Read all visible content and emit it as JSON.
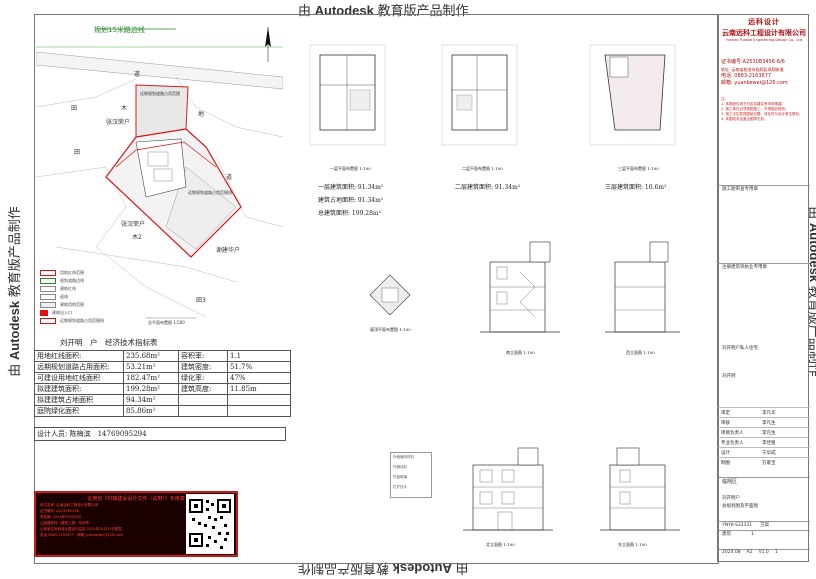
{
  "watermark": {
    "prefix": "由",
    "brand": "Autodesk",
    "suffix": "教育版产品制作"
  },
  "map": {
    "road_label": "规划15米路边线",
    "labels": {
      "dao": "道",
      "tian_a": "田",
      "tian_b": "田",
      "mu": "木",
      "di": "地",
      "zhang_hanrong": "张汉荣户",
      "zhang_yuanrong": "张汉荣户",
      "mu2": "木2",
      "ting_lu": "道",
      "xia_jianhua": "谢建华户",
      "tian3": "田3",
      "road_range": "远期规划道路占用范围",
      "land_range": "远期规划道路占用范围线"
    },
    "scale_caption": "总平面布置图 1:500"
  },
  "legend": {
    "items": [
      "用地红线范围",
      "规划道路边线",
      "建筑红线",
      "退线",
      "建筑用地范围",
      "建筑出入口",
      "远期规划道路占用范围线"
    ]
  },
  "econ": {
    "title": "刘开明　户　经济技术指标表",
    "rows": [
      [
        "用地红线面积:",
        "235.68m²",
        "容积率:",
        "1.1"
      ],
      [
        "远期规划道路占用面积:",
        "53.21m²",
        "建筑密度:",
        "51.7%"
      ],
      [
        "可建设用地红线面积",
        "182.47m²",
        "绿化率:",
        "47%"
      ],
      [
        "拟建建筑面积:",
        "199.28m²",
        "建筑高度:",
        "11.85m"
      ],
      [
        "拟建建筑占地面积",
        "94.34m²",
        "",
        ""
      ],
      [
        "庭院绿化面积",
        "85.86m²",
        "",
        ""
      ]
    ],
    "designer_line": "设计人员: 陈梅滨　14769095294"
  },
  "redbox": {
    "header": "云南省《村镇建设设计文件（试用）》专用章",
    "lines": [
      "单位名称: 云南远科工程设计有限公司",
      "证书编号: A2530B3456",
      "有效期: 2024年01月29日",
      "注册建筑师（建筑工程）专用章",
      "云南省住房和城乡建设厅监制 2021年12月13日颁发",
      "电话 0883-2163677　邮箱 yuankewei@126.com"
    ]
  },
  "plans": {
    "floor1": "一层平面布置图 1:100",
    "floor2": "二层平面布置图 1:100",
    "floor3": "三层平面布置图 1:100",
    "roof": "屋顶平面布置图 1:100",
    "floor1_area": "一层建筑面积: 91.34m²",
    "floor1_footprint": "建筑占地面积: 91.34m²",
    "total_area": "总建筑面积: 199.28m²",
    "floor2_area": "二层建筑面积: 91.34m²",
    "floor3_area": "三层建筑面积: 10.6m²",
    "elev_south": "南立面图 1:100",
    "elev_west": "西立面图 1:100",
    "elev_north": "北立面图 1:100",
    "elev_east": "东立面图 1:100",
    "material_legend": [
      "外墙面砖材料",
      "外墙涂料",
      "外窗玻璃",
      "栏杆扶手"
    ]
  },
  "title_block": {
    "seal": "远科设计",
    "company_cn": "云南远科工程设计有限公司",
    "company_en": "Yunnan Yuanke Engineering Design Co., Ltd",
    "certificate": "证书编号:A2530B3456-6/6",
    "address": "地址: 云南省临沧市临翔区凤翔街道",
    "phone": "电话: 0883-2163677",
    "email": "邮箱: yuankewei@126.com",
    "notes_title": "注:",
    "notes": [
      "1. 本图纸仅用于村民自建住房申请报建。",
      "2. 施工单位必须按图施工，不得擅自修改。",
      "3. 施工中如发现图纸问题，请及时与设计单位联系。",
      "4. 本图纸未加盖出图章无效。"
    ],
    "review_label": "施工图审查专用章",
    "seal_label": "注册建筑师执业专用章",
    "project_label": "刘开明户私人住宅",
    "owner": "刘开明",
    "signatures": [
      [
        "审定",
        "李凡华"
      ],
      [
        "审核",
        "李凡生"
      ],
      [
        "项目负责人",
        "李凡生"
      ],
      [
        "专业负责人",
        "李佳铭"
      ],
      [
        "设计",
        "宁华成"
      ],
      [
        "制图",
        "方家宝"
      ]
    ],
    "district": "临翔区",
    "drawing_name1": "刘开明户",
    "drawing_name2": "总规划图及平面图",
    "drawing_no": "YNYK-S33331",
    "phase": "方案",
    "discipline": "建筑",
    "sheet": "1",
    "date": "2024.08",
    "size": "A2",
    "version": "V1.0",
    "total": "1"
  }
}
